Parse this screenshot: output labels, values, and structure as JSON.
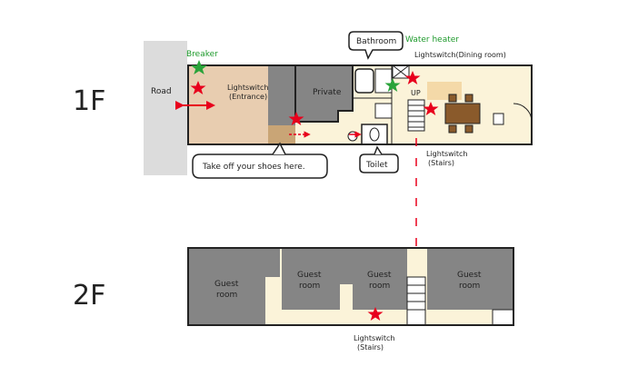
{
  "floors": {
    "first": "1F",
    "second": "2F"
  },
  "first_floor": {
    "road": "Road",
    "breaker": "Breaker",
    "lightswitch_entrance": [
      "Lightswitch",
      "(Entrance)"
    ],
    "private": "Private",
    "bathroom": "Bathroom",
    "water_heater": "Water heater",
    "lightswitch_dining": "Lightswitch(Dining room)",
    "up": "UP",
    "lightswitch_stairs": [
      "Lightswitch",
      "(Stairs)"
    ],
    "toilet": "Toilet",
    "shoes_note": "Take off your shoes here."
  },
  "second_floor": {
    "guest_room_1": [
      "Guest",
      "room"
    ],
    "guest_room_2": [
      "Guest",
      "room"
    ],
    "guest_room_3": [
      "Guest",
      "room"
    ],
    "guest_room_4": [
      "Guest",
      "room"
    ],
    "lightswitch_stairs": [
      "Lightswitch",
      "(Stairs)"
    ]
  },
  "colors": {
    "room_gray": "#858585",
    "entrance_tan": "#e8cdb0",
    "floor_cream": "#fbf3d9",
    "road_gray": "#dcdcdc",
    "lightswitch_star": "#e8001c",
    "breaker_star": "#2aa33a",
    "arrow_red": "#e8001c",
    "label_green": "#1e9a2c"
  }
}
